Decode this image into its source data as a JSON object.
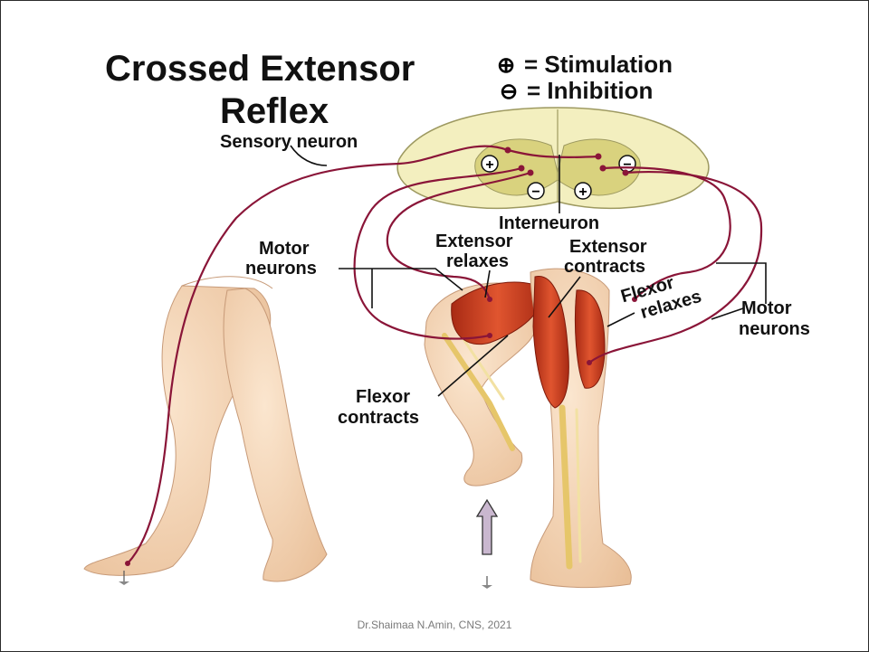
{
  "title": {
    "line1": "Crossed Extensor",
    "line2": "Reflex"
  },
  "legend": {
    "stimulation": {
      "symbol": "⊕",
      "text": "= Stimulation"
    },
    "inhibition": {
      "symbol": "⊖",
      "text": "= Inhibition"
    }
  },
  "labels": {
    "sensory_neuron": "Sensory neuron",
    "interneuron": "Interneuron",
    "motor_neurons_left": {
      "line1": "Motor",
      "line2": "neurons"
    },
    "motor_neurons_right": {
      "line1": "Motor",
      "line2": "neurons"
    },
    "extensor_relaxes": {
      "line1": "Extensor",
      "line2": "relaxes"
    },
    "extensor_contracts": {
      "line1": "Extensor",
      "line2": "contracts"
    },
    "flexor_relaxes": {
      "line1": "Flexor",
      "line2": "relaxes"
    },
    "flexor_contracts": {
      "line1": "Flexor",
      "line2": "contracts"
    }
  },
  "spinal_cord_signs": [
    "+",
    "−",
    "−",
    "+"
  ],
  "footer": "Dr.Shaimaa N.Amin, CNS, 2021",
  "colors": {
    "nerve": "#8a1538",
    "skin": "#f4d7b8",
    "muscle": "#c8371c",
    "bone": "#efd78a",
    "grey_matter": "#d9d27e",
    "white_matter": "#f3efbf",
    "arrow": "#c9b7cf"
  }
}
